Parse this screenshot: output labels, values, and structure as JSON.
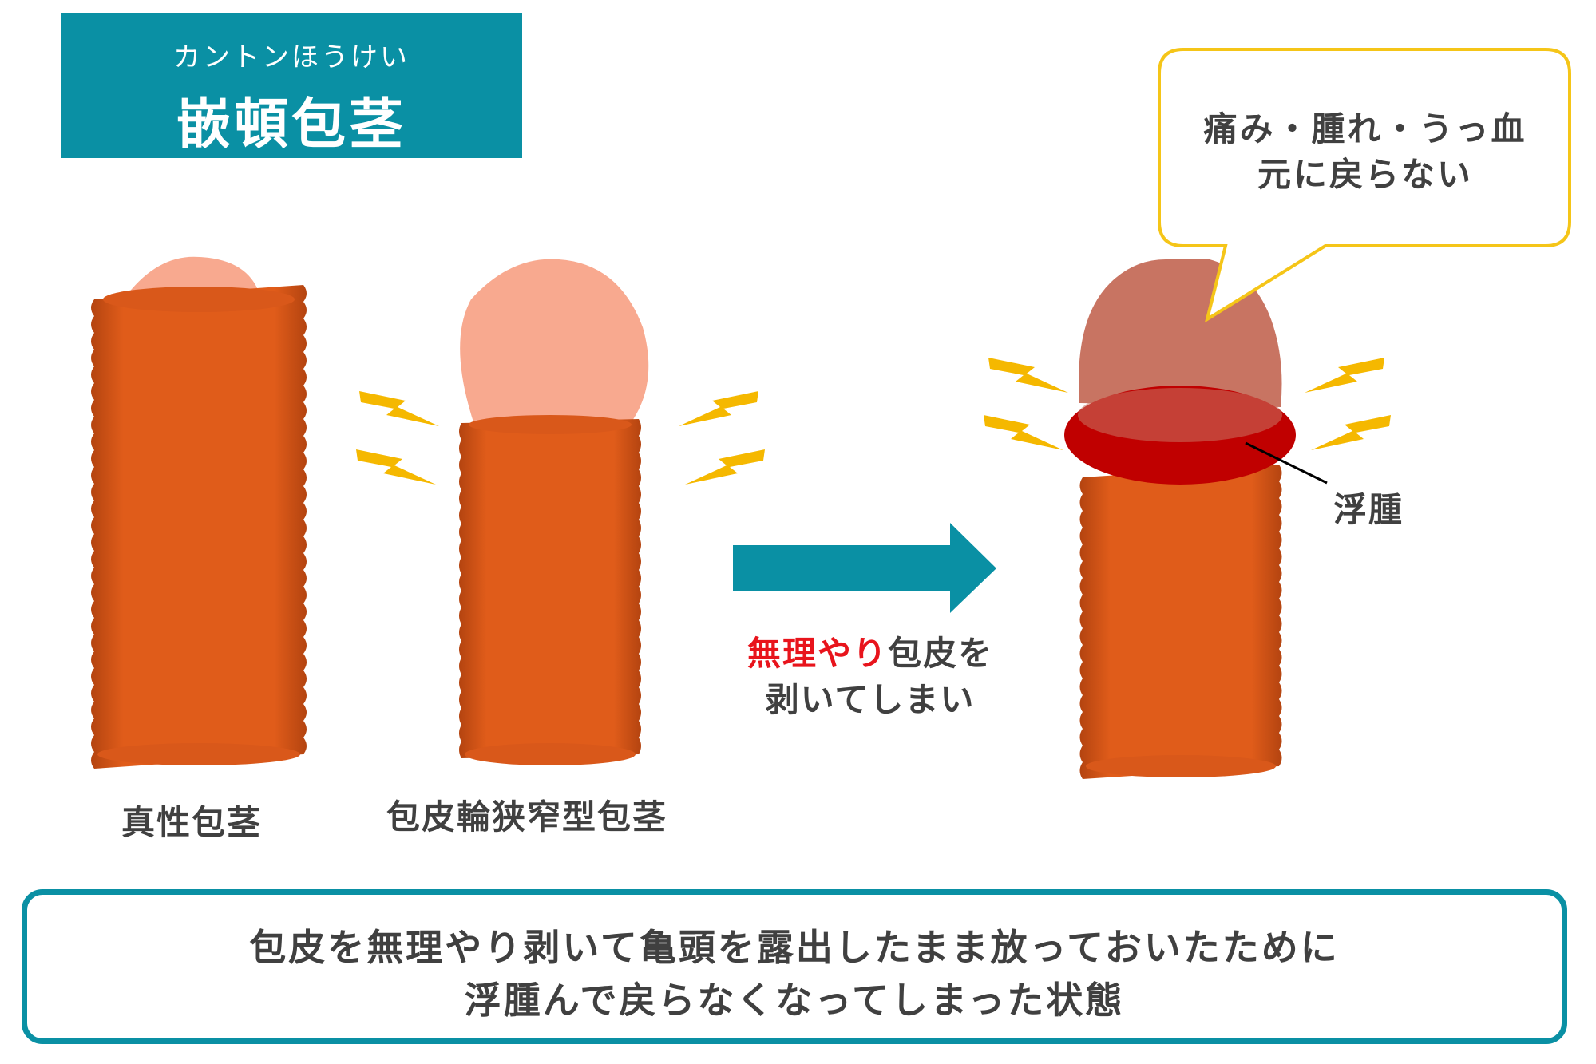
{
  "title": {
    "ruby": "カントンほうけい",
    "main": "嵌頓包茎"
  },
  "speech_bubble": {
    "line1": "痛み・腫れ・うっ血",
    "line2": "元に戻らない"
  },
  "labels": {
    "true_phimosis": "真性包茎",
    "stenosis_phimosis": "包皮輪狭窄型包茎",
    "swelling": "浮腫"
  },
  "arrow_caption": {
    "emphasis": "無理やり",
    "rest1": "包皮を",
    "line2": "剥いてしまい"
  },
  "summary": {
    "line1": "包皮を無理やり剥いて亀頭を露出したまま放っておいたために",
    "line2": "浮腫んで戻らなくなってしまった状態"
  },
  "colors": {
    "accent": "#0a90a4",
    "shaft": "#e05c1a",
    "glans": "#f8a98f",
    "glans_swollen": "#c87462",
    "swelling_ring": "#c00000",
    "bolt": "#f5b800",
    "bubble_border": "#f5c518",
    "text_red": "#e8141c"
  },
  "icons": [
    "lightning-bolt-icon",
    "right-arrow-icon",
    "speech-bubble"
  ]
}
